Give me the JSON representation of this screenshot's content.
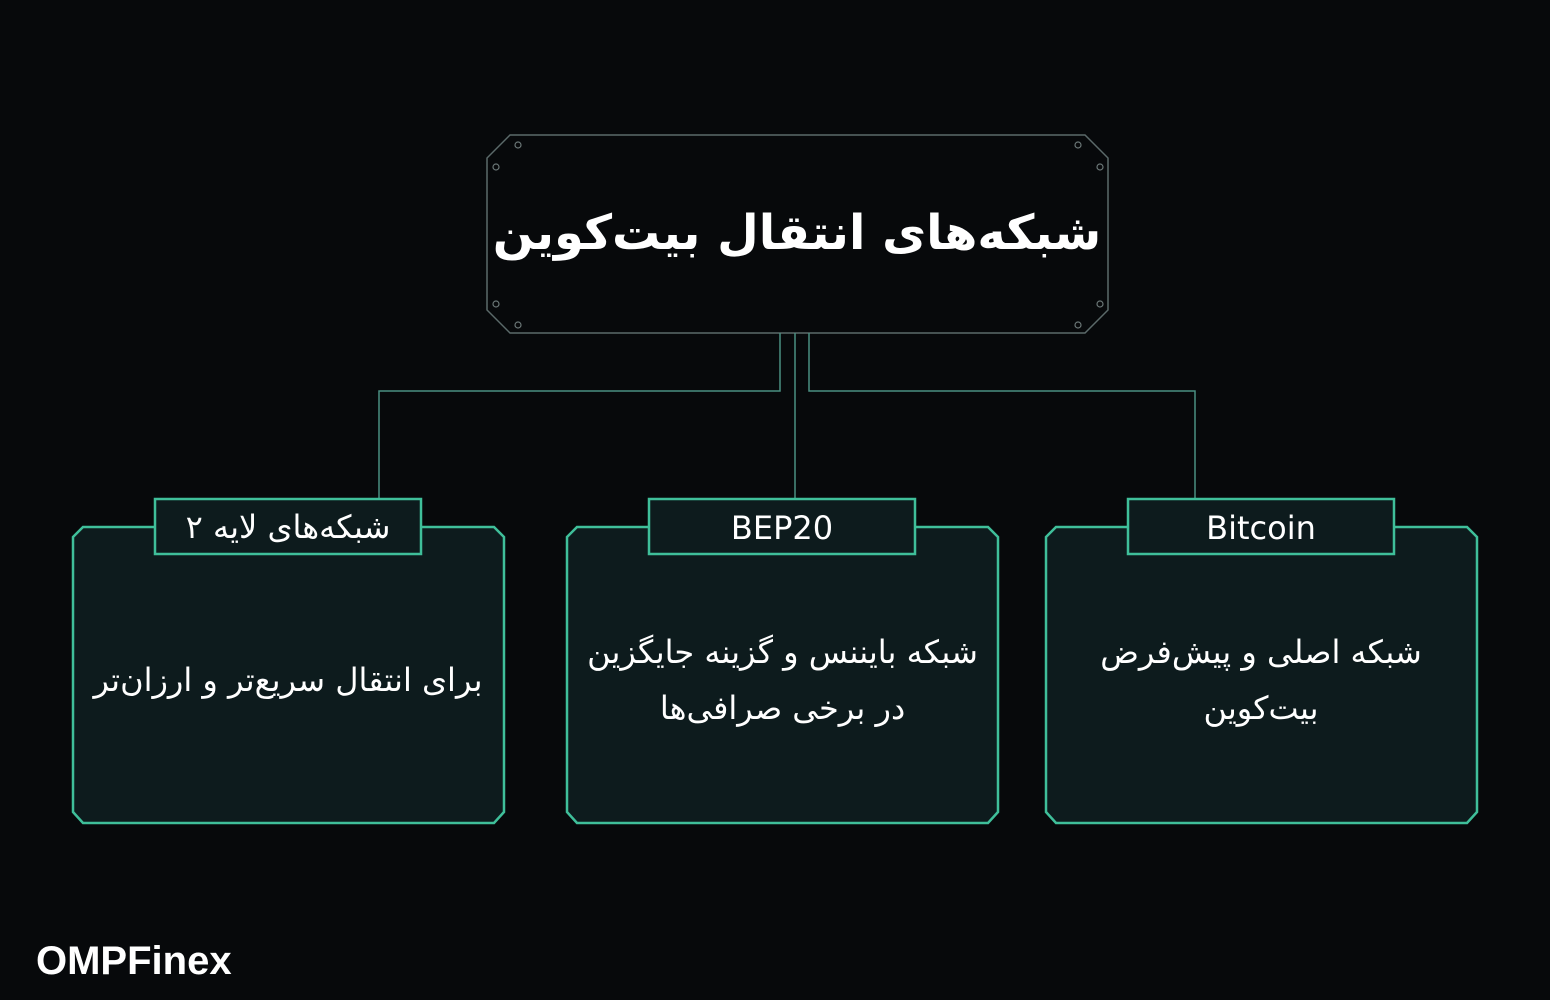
{
  "colors": {
    "background": "#07090b",
    "line": "#4a8f82",
    "accent": "#29e0a8",
    "box_fill": "#0d1b1d",
    "text": "#ffffff"
  },
  "title": "شبکه‌های انتقال بیت‌کوین",
  "cards": [
    {
      "label": "Bitcoin",
      "body": "شبکه اصلی و پیش‌فرض بیت‌کوین"
    },
    {
      "label": "BEP20",
      "body": "شبکه بایننس و گزینه جایگزین در برخی صرافی‌ها"
    },
    {
      "label": "شبکه‌های لایه ۲",
      "body": "برای انتقال سریع‌تر و ارزان‌تر"
    }
  ],
  "brand": {
    "name": "OMPFinex"
  }
}
